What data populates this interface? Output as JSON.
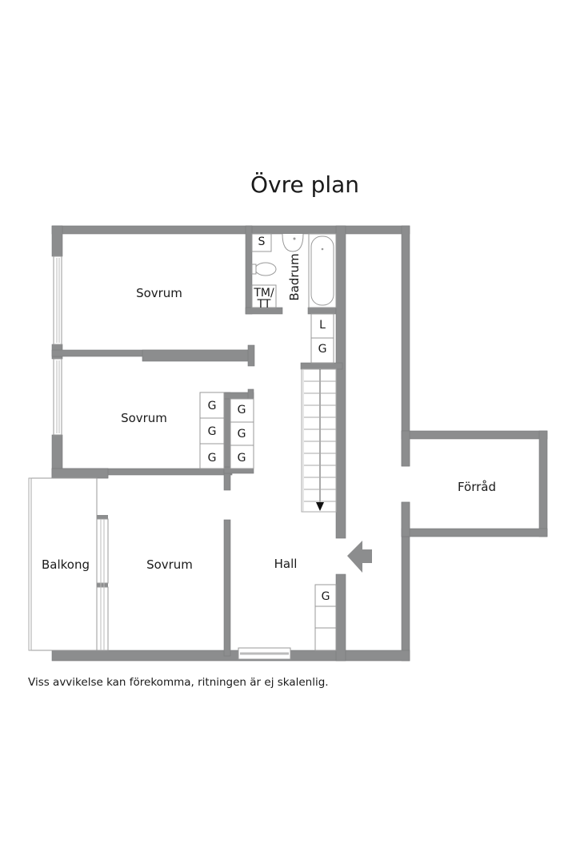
{
  "title": "Övre plan",
  "rooms": {
    "sovrum_top": "Sovrum",
    "sovrum_mid": "Sovrum",
    "sovrum_bottom": "Sovrum",
    "balkong": "Balkong",
    "hall": "Hall",
    "badrum": "Badrum",
    "forrad": "Förråd"
  },
  "fixtures": {
    "s": "S",
    "tm_tt_line1": "TM/",
    "tm_tt_line2": "TT",
    "l": "L",
    "g": "G"
  },
  "footer": "Viss avvikelse kan förekomma, ritningen är ej skalenlig.",
  "colors": {
    "wall": "#8c8d8e",
    "text": "#1a1a1a",
    "background": "#ffffff"
  }
}
